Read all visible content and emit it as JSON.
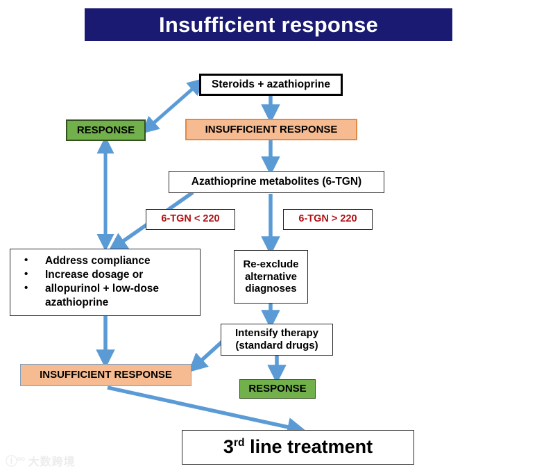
{
  "slide": {
    "title": "Insufficient response",
    "title_bg": "#1A1A72",
    "title_color": "#FFFFFF",
    "background": "#FFFFFF"
  },
  "palette": {
    "green_fill": "#71B04A",
    "green_border": "#33501F",
    "peach_fill": "#F6BB90",
    "peach_border": "#E08A48",
    "peach_border_blue": "#7F9FBF",
    "arrow_blue": "#5B9BD5",
    "criterion_text": "#B01116",
    "box_border_black": "#000000"
  },
  "nodes": {
    "steroids": {
      "label": "Steroids + azathioprine"
    },
    "response_top": {
      "label": "RESPONSE"
    },
    "insufficient_top": {
      "label": "INSUFFICIENT RESPONSE"
    },
    "metabolites": {
      "label": "Azathioprine metabolites (6-TGN)"
    },
    "criterion_low": {
      "label": "6-TGN < 220"
    },
    "criterion_high": {
      "label": "6-TGN > 220"
    },
    "actions": {
      "items": [
        "Address compliance",
        "Increase dosage or",
        "allopurinol + low-dose\nazathioprine"
      ]
    },
    "reexclude": {
      "line1": "Re-exclude",
      "line2": "alternative",
      "line3": "diagnoses"
    },
    "intensify": {
      "line1": "Intensify therapy",
      "line2": "(standard drugs)"
    },
    "insufficient_bottom": {
      "label": "INSUFFICIENT RESPONSE"
    },
    "response_bottom": {
      "label": "RESPONSE"
    },
    "third_line": {
      "prefix": "3",
      "sup": "rd",
      "suffix": " line treatment"
    }
  },
  "watermark": {
    "mark": "ⓘ°°",
    "text": "大数跨境"
  }
}
